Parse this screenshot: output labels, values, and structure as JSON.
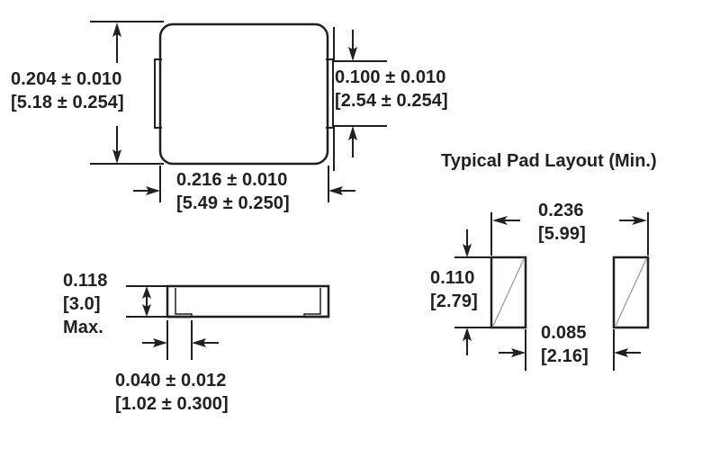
{
  "drawing": {
    "title_pad_layout": "Typical Pad Layout (Min.)",
    "views": {
      "top_view": {
        "height_dim": {
          "inch": "0.204 ± 0.010",
          "mm": "[5.18 ± 0.254]"
        },
        "width_dim": {
          "inch": "0.216 ± 0.010",
          "mm": "[5.49 ± 0.250]"
        },
        "terminal_dim": {
          "inch": "0.100 ± 0.010",
          "mm": "[2.54 ± 0.254]"
        }
      },
      "side_view": {
        "height_dim": {
          "inch": "0.118",
          "mm": "[3.0]",
          "note": "Max."
        },
        "terminal_width_dim": {
          "inch": "0.040 ± 0.012",
          "mm": "[1.02 ± 0.300]"
        }
      },
      "pad_layout": {
        "span_dim": {
          "inch": "0.236",
          "mm": "[5.99]"
        },
        "pad_height_dim": {
          "inch": "0.110",
          "mm": "[2.79]"
        },
        "gap_dim": {
          "inch": "0.085",
          "mm": "[2.16]"
        }
      }
    },
    "colors": {
      "line": "#231f20",
      "hatch": "#9b9b9b",
      "background": "#ffffff"
    }
  }
}
